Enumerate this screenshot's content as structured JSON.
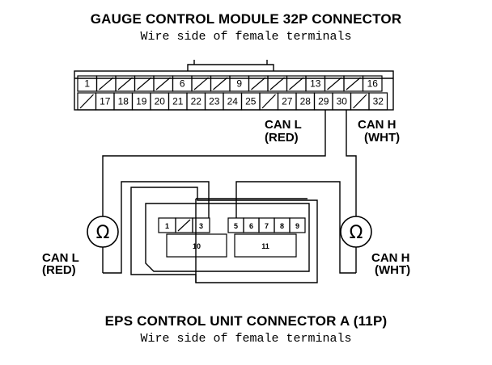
{
  "top_connector": {
    "title": "GAUGE CONTROL MODULE 32P CONNECTOR",
    "subtitle": "Wire side of female terminals",
    "row1_pins": [
      "1",
      "",
      "",
      "",
      "",
      "6",
      "",
      "",
      "9",
      "",
      "",
      "",
      "13",
      "",
      "",
      "16"
    ],
    "row2_pins": [
      "",
      "17",
      "18",
      "19",
      "20",
      "21",
      "22",
      "23",
      "24",
      "25",
      "",
      "27",
      "28",
      "29",
      "30",
      "",
      "32"
    ]
  },
  "bottom_connector": {
    "title": "EPS CONTROL UNIT CONNECTOR A (11P)",
    "subtitle": "Wire side of female terminals",
    "row1_pins": [
      "1",
      "",
      "3",
      "",
      "5",
      "6",
      "7",
      "8",
      "9"
    ],
    "row2_pins": [
      "10",
      "11"
    ]
  },
  "labels": {
    "can_l_top": "CAN L",
    "can_l_top_color": "(RED)",
    "can_h_top": "CAN H",
    "can_h_top_color": "(WHT)",
    "can_l_left": "CAN L",
    "can_l_left_color": "(RED)",
    "can_h_right": "CAN H",
    "can_h_right_color": "(WHT)"
  },
  "meter_symbol": "Ω"
}
